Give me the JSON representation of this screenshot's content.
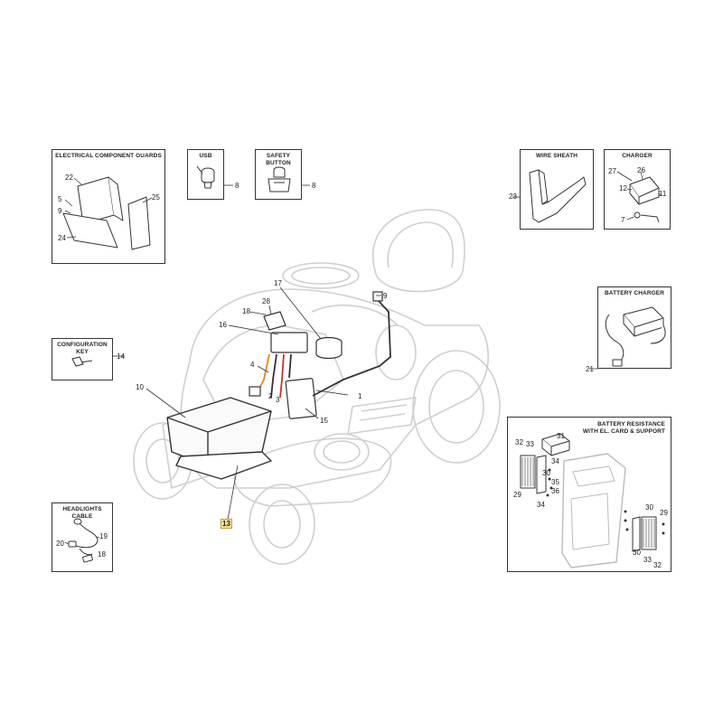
{
  "boxes": {
    "electrical_guards": {
      "title": "ELECTRICAL COMPONENT GUARDS",
      "parts": [
        "22",
        "5",
        "9",
        "24",
        "25"
      ]
    },
    "usb": {
      "title": "USB",
      "ref": "8"
    },
    "safety_button": {
      "title": "SAFETY BUTTON",
      "ref": "8"
    },
    "wire_sheath": {
      "title": "WIRE SHEATH",
      "ref": "23"
    },
    "charger": {
      "title": "CHARGER",
      "parts": [
        "27",
        "26",
        "12",
        "11",
        "7"
      ]
    },
    "configuration_key": {
      "title": "CONFIGURATION KEY",
      "ref": "14"
    },
    "battery_charger": {
      "title": "BATTERY CHARGER",
      "ref": "21"
    },
    "headlights_cable": {
      "title": "HEADLIGHTS CABLE",
      "parts": [
        "19",
        "20",
        "18"
      ]
    },
    "battery_resistance": {
      "title_line1": "BATTERY RESISTANCE",
      "title_line2": "WITH EL. CARD & SUPPORT",
      "parts": [
        "31",
        "32",
        "33",
        "34",
        "30",
        "35",
        "29",
        "36",
        "34",
        "30",
        "29",
        "30",
        "33",
        "32"
      ]
    }
  },
  "main_parts": [
    "28",
    "16",
    "18",
    "17",
    "9",
    "4",
    "2",
    "3",
    "1",
    "10",
    "15",
    "13"
  ],
  "highlighted_part": "13",
  "colors": {
    "line": "#333333",
    "faint": "#c8c8c8",
    "highlight": "#f7e38a",
    "red_wire": "#c0392b",
    "orange": "#e08a1e"
  }
}
